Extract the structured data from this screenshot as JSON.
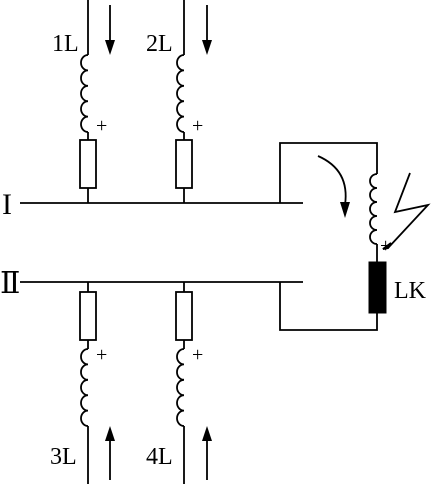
{
  "buses": [
    {
      "id": "bus-1",
      "label": "I"
    },
    {
      "id": "bus-2",
      "label": "Ⅱ"
    }
  ],
  "lines": [
    {
      "id": "1L",
      "label": "1L",
      "polarity": "+"
    },
    {
      "id": "2L",
      "label": "2L",
      "polarity": "+"
    },
    {
      "id": "3L",
      "label": "3L",
      "polarity": "+"
    },
    {
      "id": "4L",
      "label": "4L",
      "polarity": "+"
    }
  ],
  "relay": {
    "label": "LK",
    "polarity": "+"
  },
  "colors": {
    "stroke": "#000000",
    "relay_fill": "#000000",
    "background": "#ffffff"
  }
}
